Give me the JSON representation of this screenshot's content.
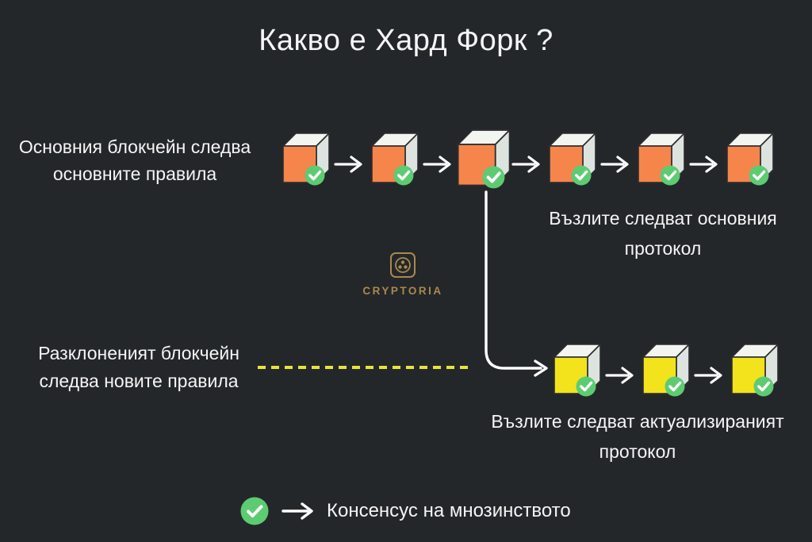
{
  "title": "Какво е Хард Форк ?",
  "colors": {
    "background": "#24272a",
    "text": "#f5f5f5",
    "outline": "#2b2d2f",
    "cube_top": "#f2f5f0",
    "cube_side": "#dde4e0",
    "check_green": "#5dcb72",
    "arrow_white": "#ffffff",
    "dash_yellow": "#e8e23a",
    "logo_gold": "#a8894f"
  },
  "main_chain": {
    "label_line1": "Основния блокчейн следва",
    "label_line2": "основните правила",
    "block_count": 6,
    "block_color": "#f6854c",
    "highlight_index": 2,
    "caption_line1": "Възлите следват основния",
    "caption_line2": "протокол"
  },
  "fork_chain": {
    "label_line1": "Разклоненият блокчейн",
    "label_line2": "следва новите правила",
    "block_count": 3,
    "block_color": "#f2e31d",
    "highlight_index": -1,
    "caption_line1": "Възлите следват актуализираният",
    "caption_line2": "протокол"
  },
  "logo": {
    "text": "CRYPTORIA"
  },
  "legend": {
    "label": "Консенсус на мнозинството"
  }
}
